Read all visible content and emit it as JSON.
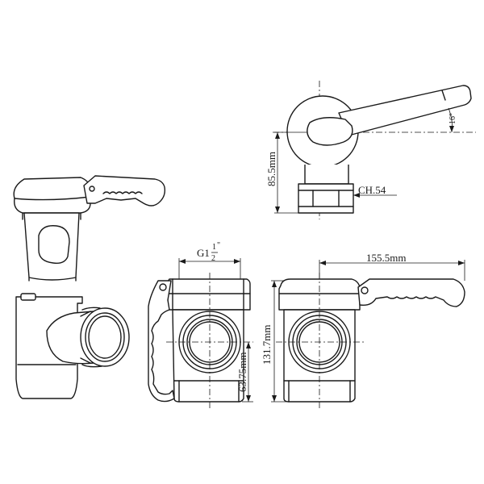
{
  "views": {
    "top_right": {
      "height_label": "85.5mm",
      "hex_label": "CH.54",
      "angle_label": "16°"
    },
    "front": {
      "thread_label_main": "G1",
      "thread_num": "1",
      "thread_den": "2",
      "thread_inch": "\"",
      "axis_height_label": "63.75mm"
    },
    "side": {
      "total_height_label": "131.7mm",
      "handle_length_label": "155.5mm"
    }
  }
}
